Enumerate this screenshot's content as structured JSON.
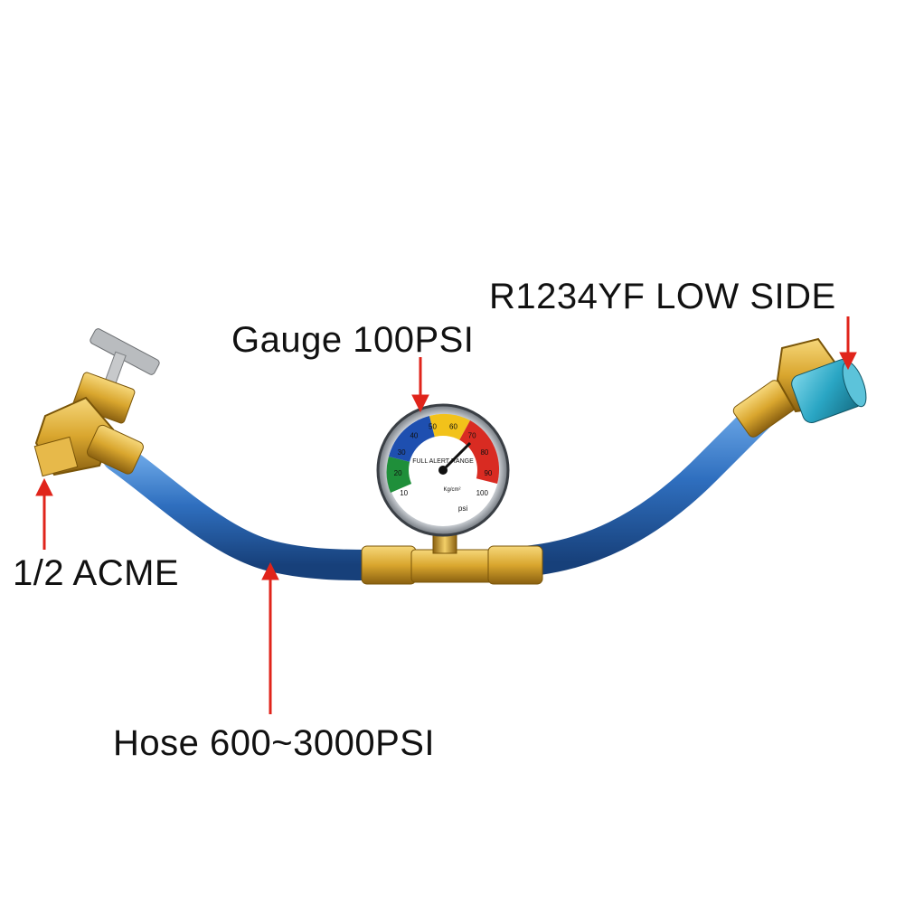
{
  "annotations": {
    "gauge": "Gauge 100PSI",
    "low_side": "R1234YF LOW SIDE",
    "acme": "1/2 ACME",
    "hose": "Hose 600~3000PSI"
  },
  "gauge_face": {
    "scale_labels": [
      "10",
      "20",
      "30",
      "40",
      "50",
      "60",
      "70",
      "80",
      "90",
      "100"
    ],
    "inner_text": "FULL ALERT RANGE",
    "unit": "psi",
    "sub_text": "Kg/cm²"
  },
  "colors": {
    "hose": "#2f6fbf",
    "brass": "#d9a62e",
    "coupler": "#2aa6c4",
    "arrow": "#e0241b",
    "zone_green": "#1f8f3a",
    "zone_blue": "#1e4fb0",
    "zone_yellow": "#f2c21a",
    "zone_red": "#d92b22"
  },
  "icons": [
    "arrow-down-icon",
    "arrow-up-icon"
  ]
}
